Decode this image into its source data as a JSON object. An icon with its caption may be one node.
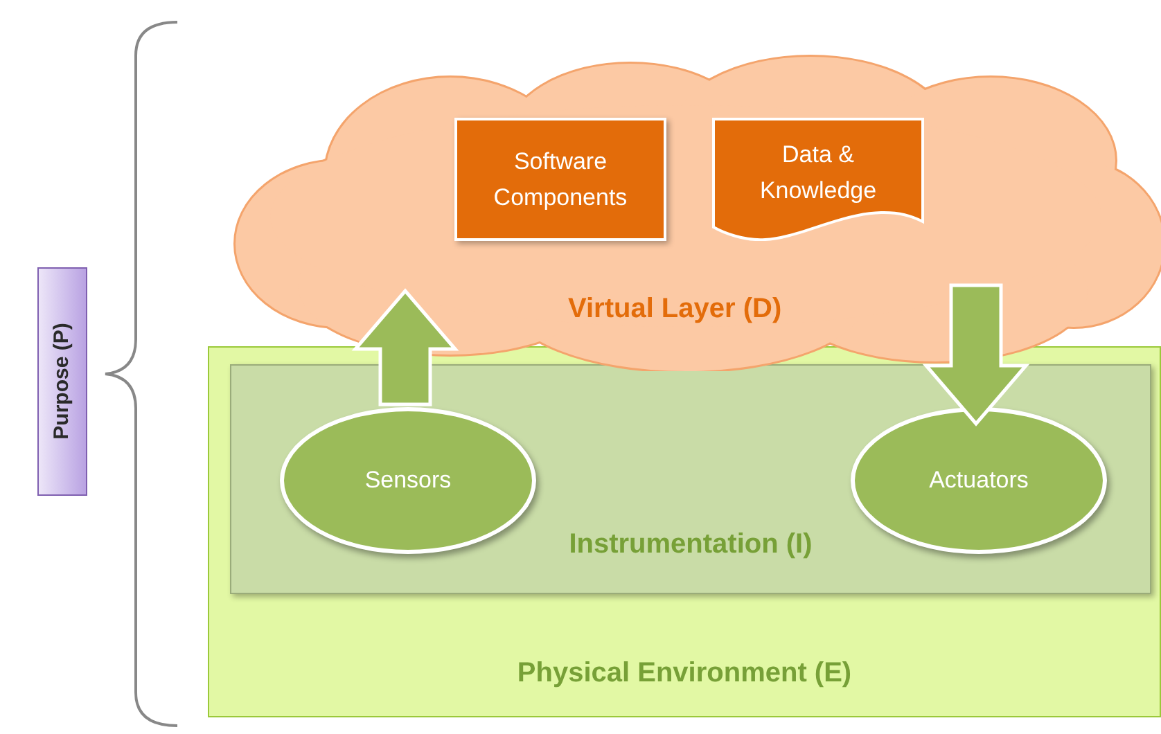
{
  "diagram": {
    "nodes": [
      {
        "text": [
          "Purpose (P)"
        ]
      },
      {
        "text": [
          "Physical Environment (E)"
        ]
      },
      {
        "text": [
          "Instrumentation (I)"
        ],
        "in": 1
      },
      {
        "text": [
          "Sensors"
        ],
        "in": 2
      },
      {
        "text": [
          "Actuators"
        ],
        "in": 2
      },
      {
        "text": [
          "Virtual Layer (D)"
        ]
      },
      {
        "text": [
          "Software Components"
        ],
        "in": 5
      },
      {
        "text": [
          "Data & Knowledge"
        ],
        "in": 5
      }
    ],
    "edges": [
      {
        "from": 3,
        "to": 5,
        "arrow": "to",
        "style": "thick"
      },
      {
        "from": 5,
        "to": 4,
        "arrow": "to",
        "style": "thick"
      }
    ]
  }
}
